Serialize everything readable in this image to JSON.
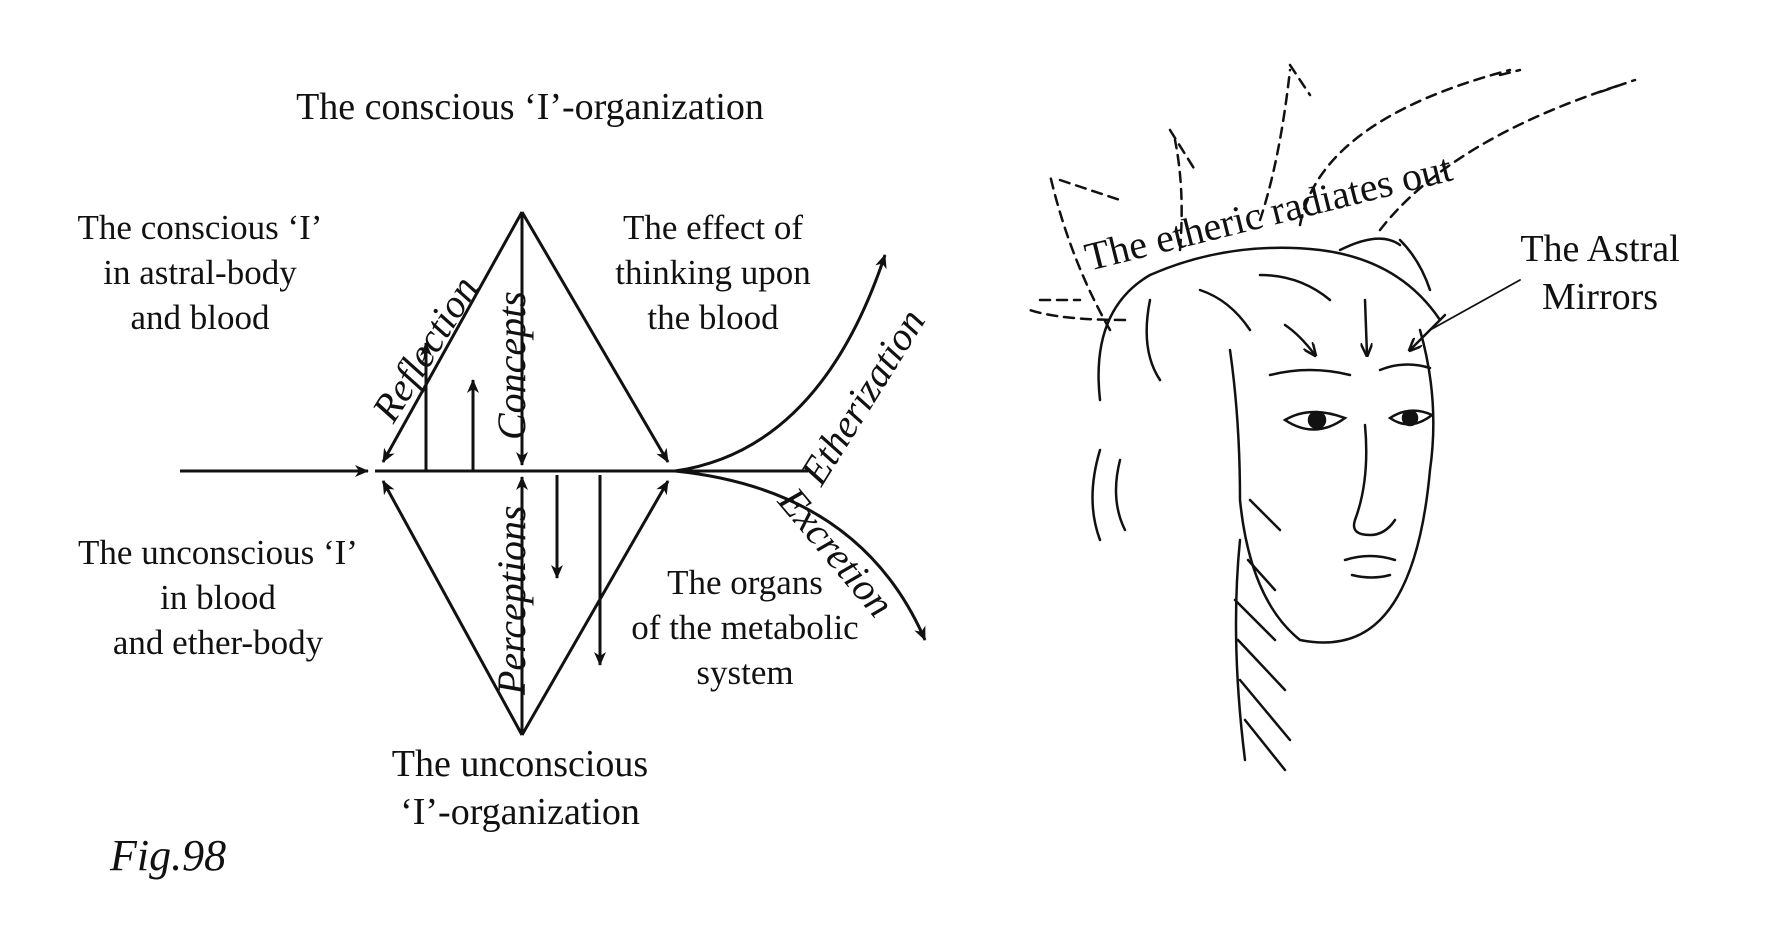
{
  "diagram": {
    "title_top": "The conscious ‘I’-organization",
    "title_bottom": [
      "The unconscious",
      "‘I’-organization"
    ],
    "left_upper": [
      "The conscious ‘I’",
      "in astral-body",
      "and blood"
    ],
    "left_lower": [
      "The unconscious ‘I’",
      "in blood",
      "and ether-body"
    ],
    "right_upper": [
      "The effect of",
      "thinking upon",
      "the blood"
    ],
    "right_lower": [
      "The organs",
      "of the metabolic",
      "system"
    ],
    "reflection": "Reflection",
    "concepts": "Concepts",
    "perceptions": "Perceptions",
    "etherization": "Etherization",
    "excretion": "Excretion"
  },
  "head": {
    "etheric": "The etheric radiates out",
    "astral": [
      "The Astral",
      "Mirrors"
    ]
  },
  "caption": "Fig.98"
}
